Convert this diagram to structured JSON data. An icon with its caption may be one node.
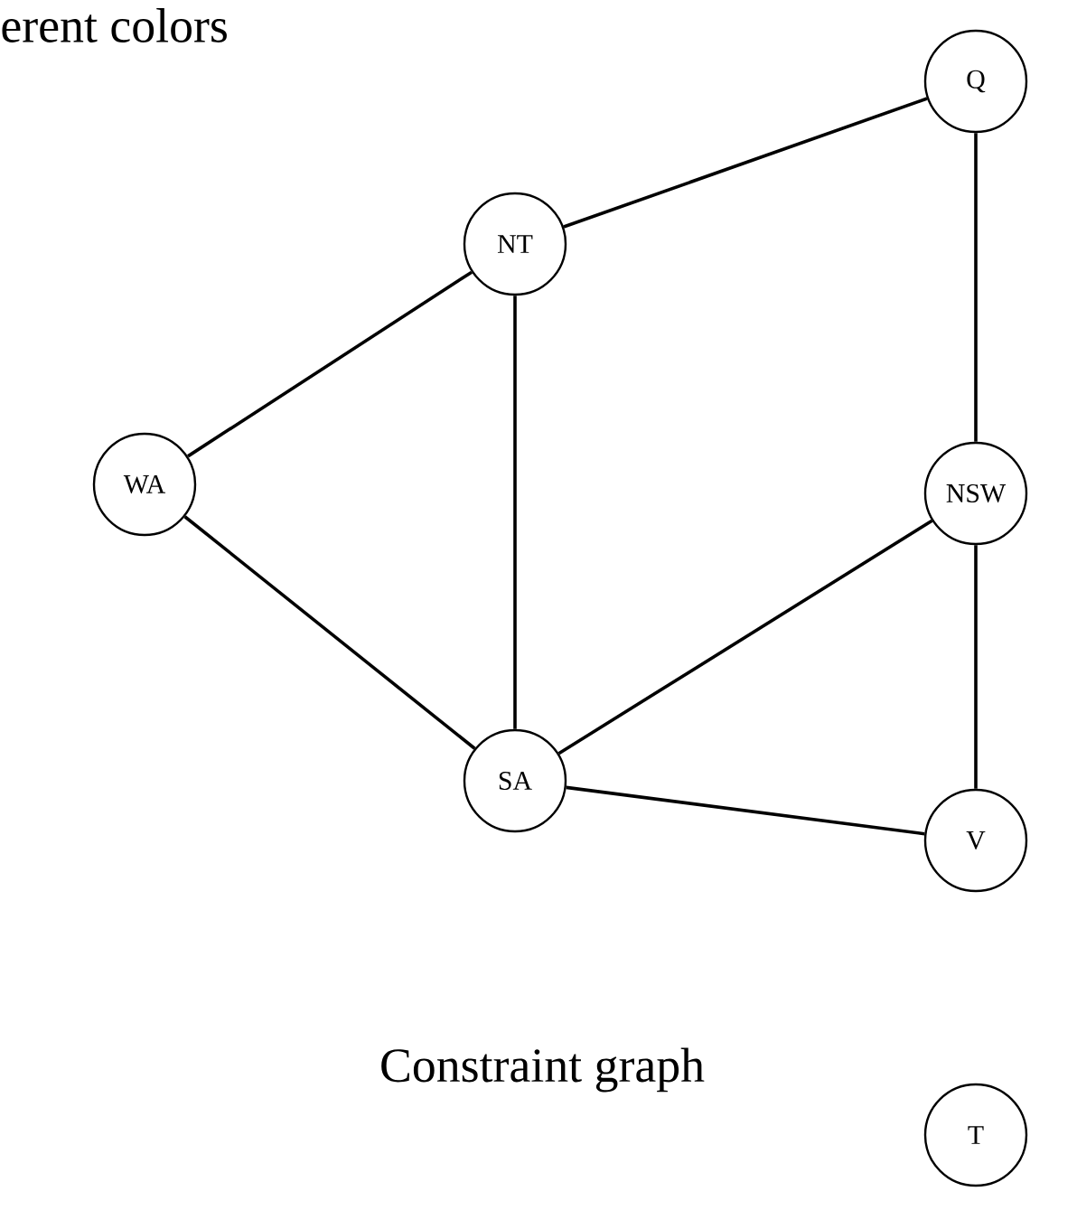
{
  "diagram": {
    "caption": "Constraint graph",
    "nodes": [
      {
        "text": [
          "Q"
        ]
      },
      {
        "text": [
          "NT"
        ]
      },
      {
        "text": [
          "WA"
        ]
      },
      {
        "text": [
          "NSW"
        ]
      },
      {
        "text": [
          "SA"
        ]
      },
      {
        "text": [
          "V"
        ]
      },
      {
        "text": [
          "T"
        ]
      }
    ],
    "edges": [
      {
        "from": 2,
        "to": 1,
        "arrow": "none"
      },
      {
        "from": 1,
        "to": 0,
        "arrow": "none"
      },
      {
        "from": 1,
        "to": 4,
        "arrow": "none"
      },
      {
        "from": 2,
        "to": 4,
        "arrow": "none"
      },
      {
        "from": 4,
        "to": 3,
        "arrow": "none"
      },
      {
        "from": 0,
        "to": 3,
        "arrow": "none"
      },
      {
        "from": 3,
        "to": 5,
        "arrow": "none"
      },
      {
        "from": 4,
        "to": 5,
        "arrow": "none"
      }
    ],
    "labels": [
      "erent colors"
    ]
  }
}
